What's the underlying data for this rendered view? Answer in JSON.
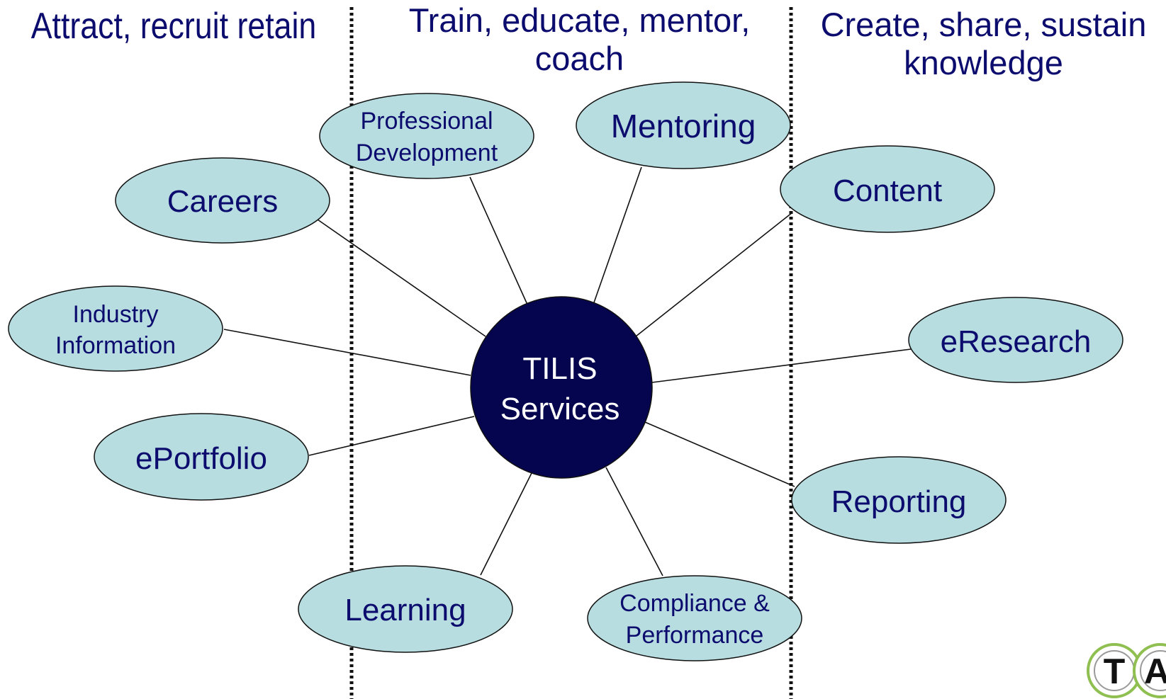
{
  "headings": {
    "attract": "Attract, recruit retain",
    "train_line1": "Train, educate, mentor,",
    "train_line2": "coach",
    "create_line1": "Create, share, sustain",
    "create_line2": "knowledge"
  },
  "hub": {
    "line1": "TILIS",
    "line2": "Services"
  },
  "nodes": {
    "professional_development": {
      "line1": "Professional",
      "line2": "Development"
    },
    "mentoring": "Mentoring",
    "careers": "Careers",
    "content": "Content",
    "industry_information": {
      "line1": "Industry",
      "line2": "Information"
    },
    "eresearch": "eResearch",
    "eportfolio": "ePortfolio",
    "reporting": "Reporting",
    "learning": "Learning",
    "compliance_performance": {
      "line1": "Compliance &",
      "line2": "Performance"
    }
  },
  "logo": {
    "letter1": "T",
    "letter2": "A"
  },
  "colors": {
    "node_fill": "#b7dde0",
    "hub_fill": "#05054f",
    "text": "#0c0c6e",
    "divider": "#111111"
  }
}
